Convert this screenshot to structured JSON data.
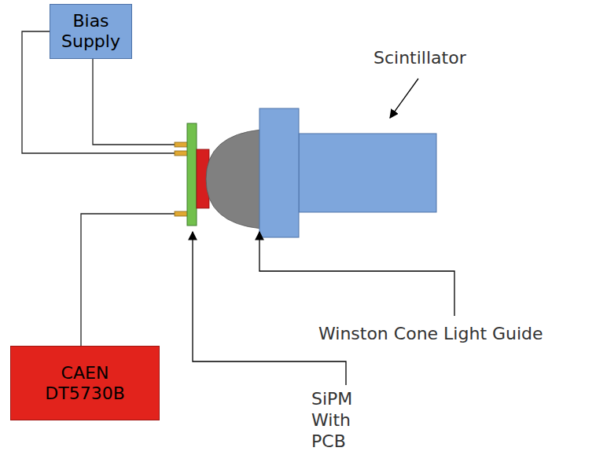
{
  "diagram": {
    "nodes": [
      {
        "text": [
          "Bias Supply"
        ]
      },
      {
        "text": [
          "CAEN DT5730B"
        ]
      }
    ],
    "labels": [
      "Scintillator",
      "Winston Cone Light Guide",
      "SiPM With PCB"
    ]
  }
}
